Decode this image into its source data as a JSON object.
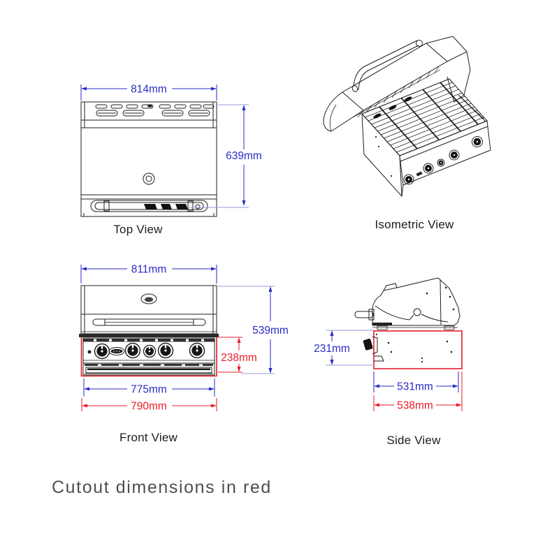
{
  "note": "Cutout dimensions in red",
  "colors": {
    "dimension_blue": "#2b2bc8",
    "cutout_red": "#e81c28",
    "extension_lavender": "#9a97dd",
    "line_art": "#1f1f1f"
  },
  "views": {
    "top": {
      "label": "Top View",
      "width": "814mm",
      "depth": "639mm"
    },
    "isometric": {
      "label": "Isometric View"
    },
    "front": {
      "label": "Front View",
      "overall_width": "811mm",
      "overall_height": "539mm",
      "cutout_height": "238mm",
      "inner_width": "775mm",
      "cutout_width": "790mm"
    },
    "side": {
      "label": "Side View",
      "cutout_height": "231mm",
      "inner_depth": "531mm",
      "cutout_depth": "538mm"
    }
  }
}
